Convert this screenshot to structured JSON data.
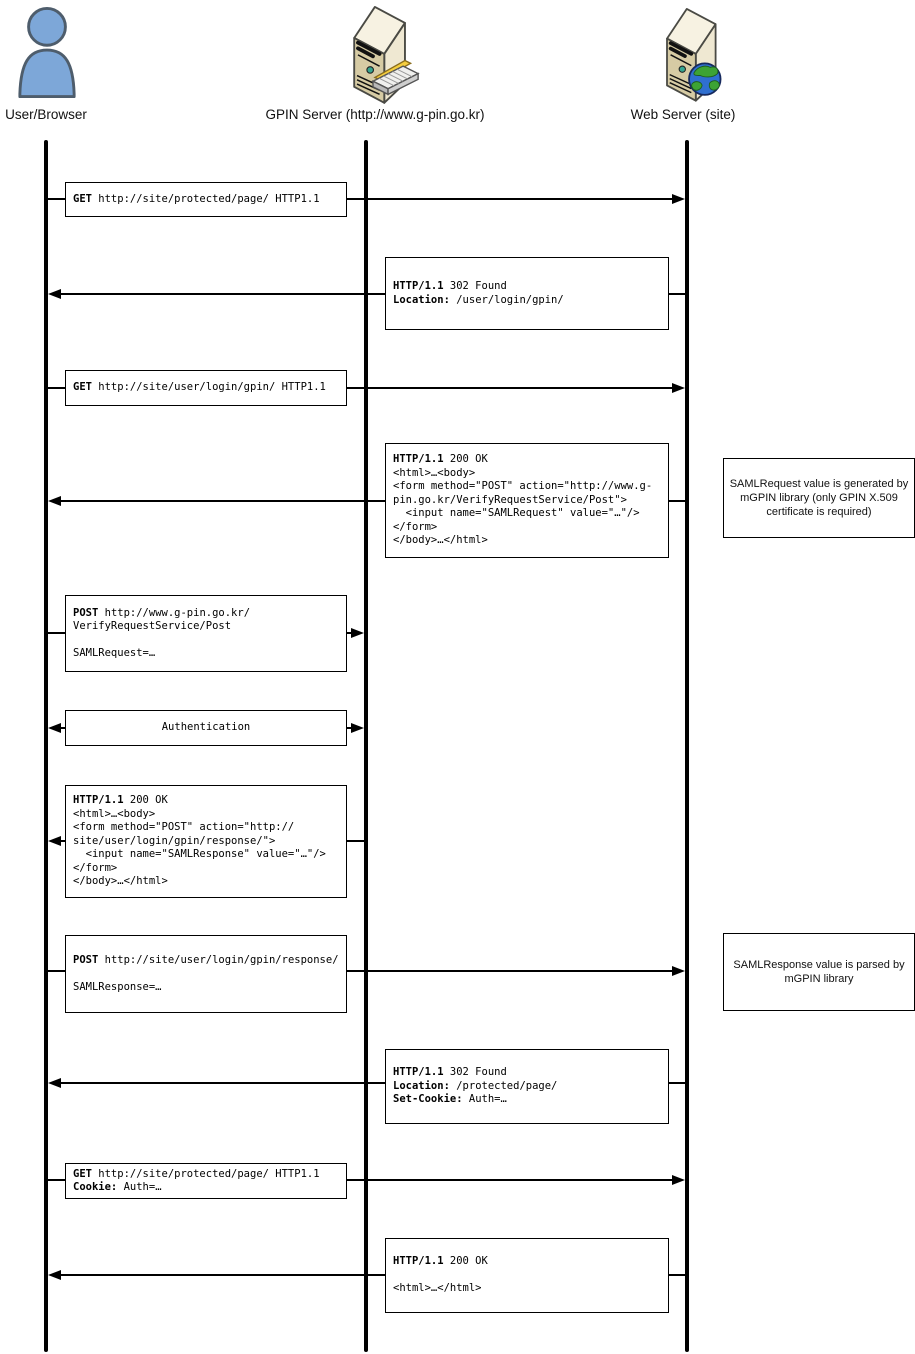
{
  "actors": [
    {
      "label": "User/Browser",
      "icon": "person-icon"
    },
    {
      "label": "GPIN Server (http://www.g-pin.go.kr)",
      "icon": "server-keyboard-icon"
    },
    {
      "label": "Web Server (site)",
      "icon": "server-globe-icon"
    }
  ],
  "messages": [
    {
      "from": "user",
      "to": "web",
      "lines": [
        "**GET** http://site/protected/page/ HTTP1.1"
      ]
    },
    {
      "from": "web",
      "to": "user",
      "lines": [
        "**HTTP/1.1** 302 Found",
        "**Location:** /user/login/gpin/"
      ]
    },
    {
      "from": "user",
      "to": "web",
      "lines": [
        "**GET** http://site/user/login/gpin/ HTTP1.1"
      ]
    },
    {
      "from": "web",
      "to": "user",
      "lines": [
        "**HTTP/1.1** 200 OK",
        "<html>…<body>",
        "<form method=\"POST\" action=\"http://www.g-",
        "pin.go.kr/VerifyRequestService/Post\">",
        "  <input name=\"SAMLRequest\" value=\"…\"/>",
        "</form>",
        "</body>…</html>"
      ]
    },
    {
      "from": "user",
      "to": "gpin",
      "lines": [
        "**POST** http://www.g-pin.go.kr/",
        "VerifyRequestService/Post",
        "",
        "SAMLRequest=…"
      ]
    },
    {
      "from": "user",
      "to": "gpin",
      "bidirectional": true,
      "lines": [
        "Authentication"
      ]
    },
    {
      "from": "gpin",
      "to": "user",
      "lines": [
        "**HTTP/1.1** 200 OK",
        "<html>…<body>",
        "<form method=\"POST\" action=\"http://",
        "site/user/login/gpin/response/\">",
        "  <input name=\"SAMLResponse\" value=\"…\"/>",
        "</form>",
        "</body>…</html>"
      ]
    },
    {
      "from": "user",
      "to": "web",
      "lines": [
        "**POST** http://site/user/login/gpin/response/",
        "",
        "SAMLResponse=…"
      ]
    },
    {
      "from": "web",
      "to": "user",
      "lines": [
        "**HTTP/1.1** 302 Found",
        "**Location:** /protected/page/",
        "**Set-Cookie:** Auth=…"
      ]
    },
    {
      "from": "user",
      "to": "web",
      "lines": [
        "**GET** http://site/protected/page/ HTTP1.1",
        "**Cookie:** Auth=…"
      ]
    },
    {
      "from": "web",
      "to": "user",
      "lines": [
        "**HTTP/1.1** 200 OK",
        "",
        "<html>…</html>"
      ]
    }
  ],
  "notes": [
    {
      "text": "SAMLRequest value is generated by mGPIN library (only GPIN X.509 certificate is required)"
    },
    {
      "text": "SAMLResponse value is parsed by mGPIN library"
    }
  ],
  "colors": {
    "line": "#000000",
    "person-fill": "#7da7d8",
    "person-stroke": "#4e5d6c",
    "server-front": "#d6cba4",
    "server-side": "#efe8d2",
    "server-top": "#f7f2e2",
    "server-stroke": "#4a4a44",
    "led": "#35a58f",
    "globe-ocean": "#2f6fd0",
    "globe-land": "#3da335",
    "pencil": "#f5ce3e"
  }
}
